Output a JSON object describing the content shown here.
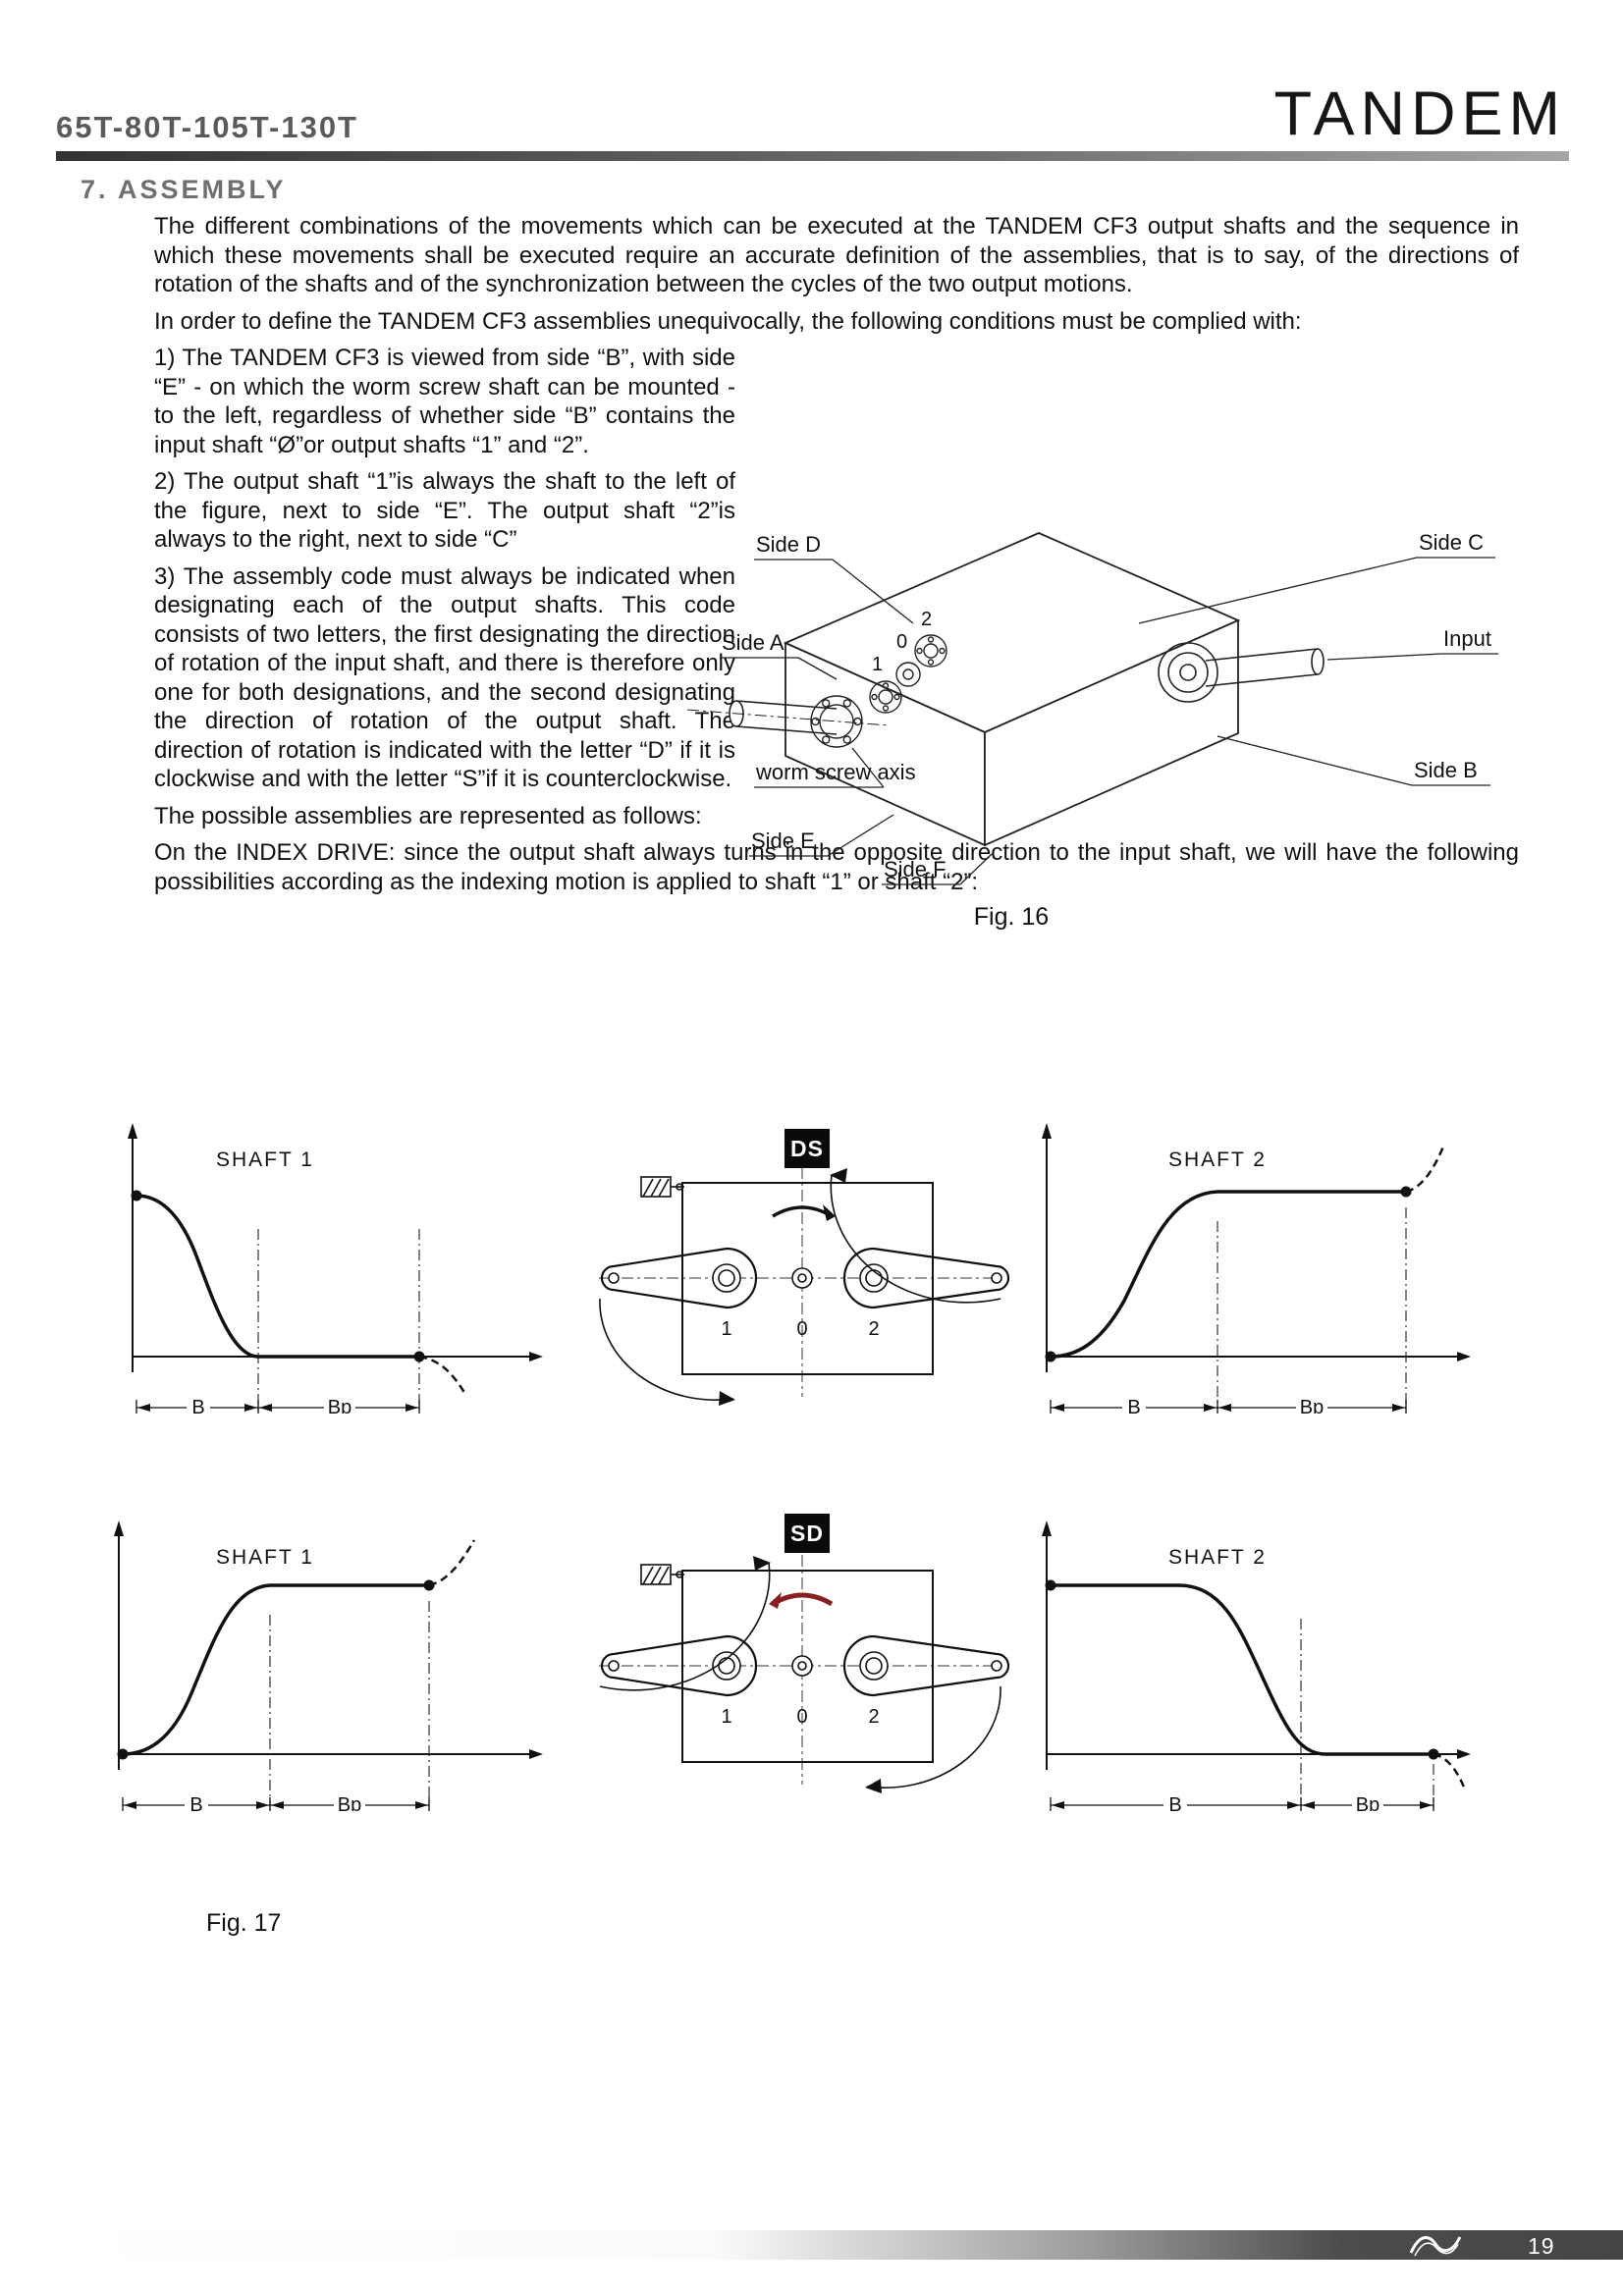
{
  "header": {
    "model": "65T-80T-105T-130T",
    "brand": "TANDEM"
  },
  "section_title": "7. ASSEMBLY",
  "body": {
    "p1": "The different combinations of the movements which can be executed at the TANDEM CF3 output shafts and the sequence in which these movements shall be executed require an accurate definition of the assemblies, that is to say, of the directions of rotation of the shafts and of the synchronization between the cycles of the two output motions.",
    "p2": "In order to define the TANDEM CF3 assemblies unequivocally, the following conditions must be complied with:",
    "item1": "1) The TANDEM CF3 is viewed from side “B”, with side “E” - on which the worm screw shaft can be mounted - to the left, regardless of whether side “B” contains the input shaft “Ø”or output shafts “1” and “2”.",
    "item2": "2) The output shaft “1”is always the shaft to the left of the figure, next to side “E”. The output shaft “2”is always to the right, next to side “C”",
    "item3": "3) The assembly code must always be indicated when designating each of the output shafts. This code consists of two letters, the first designating the direction of rotation of the input shaft, and there is therefore only one for both designations, and the second designating the direction of rotation of the output shaft. The direction of rotation is indicated with the letter “D” if it is clockwise and with the letter “S”if it is counterclockwise.",
    "p3": "The possible assemblies are represented as follows:",
    "p4": "On the INDEX DRIVE: since the output shaft always turns in the opposite direction to the input shaft, we will have the following possibilities according as the indexing motion is applied to shaft “1” or shaft “2”:"
  },
  "fig16": {
    "caption": "Fig. 16",
    "labels": {
      "side_d": "Side  D",
      "side_c": "Side  C",
      "side_a": "Side  A",
      "input": "Input",
      "worm_axis": "worm screw axis",
      "side_b": "Side  B",
      "side_e": "Side  E",
      "side_f": "Side  F",
      "n1": "1",
      "n0": "0",
      "n2": "2"
    }
  },
  "fig17": {
    "caption": "Fig. 17",
    "shaft1_label": "SHAFT  1",
    "shaft2_label": "SHAFT  2",
    "code_ds": "DS",
    "code_sd": "SD",
    "dim_b": "B",
    "dim_bp": "Bp",
    "n1": "1",
    "n0": "0",
    "n2": "2"
  },
  "footer": {
    "page_number": "19"
  },
  "colors": {
    "accent_red": "#8a1f1f",
    "bar_dark": "#3a3a3a"
  }
}
